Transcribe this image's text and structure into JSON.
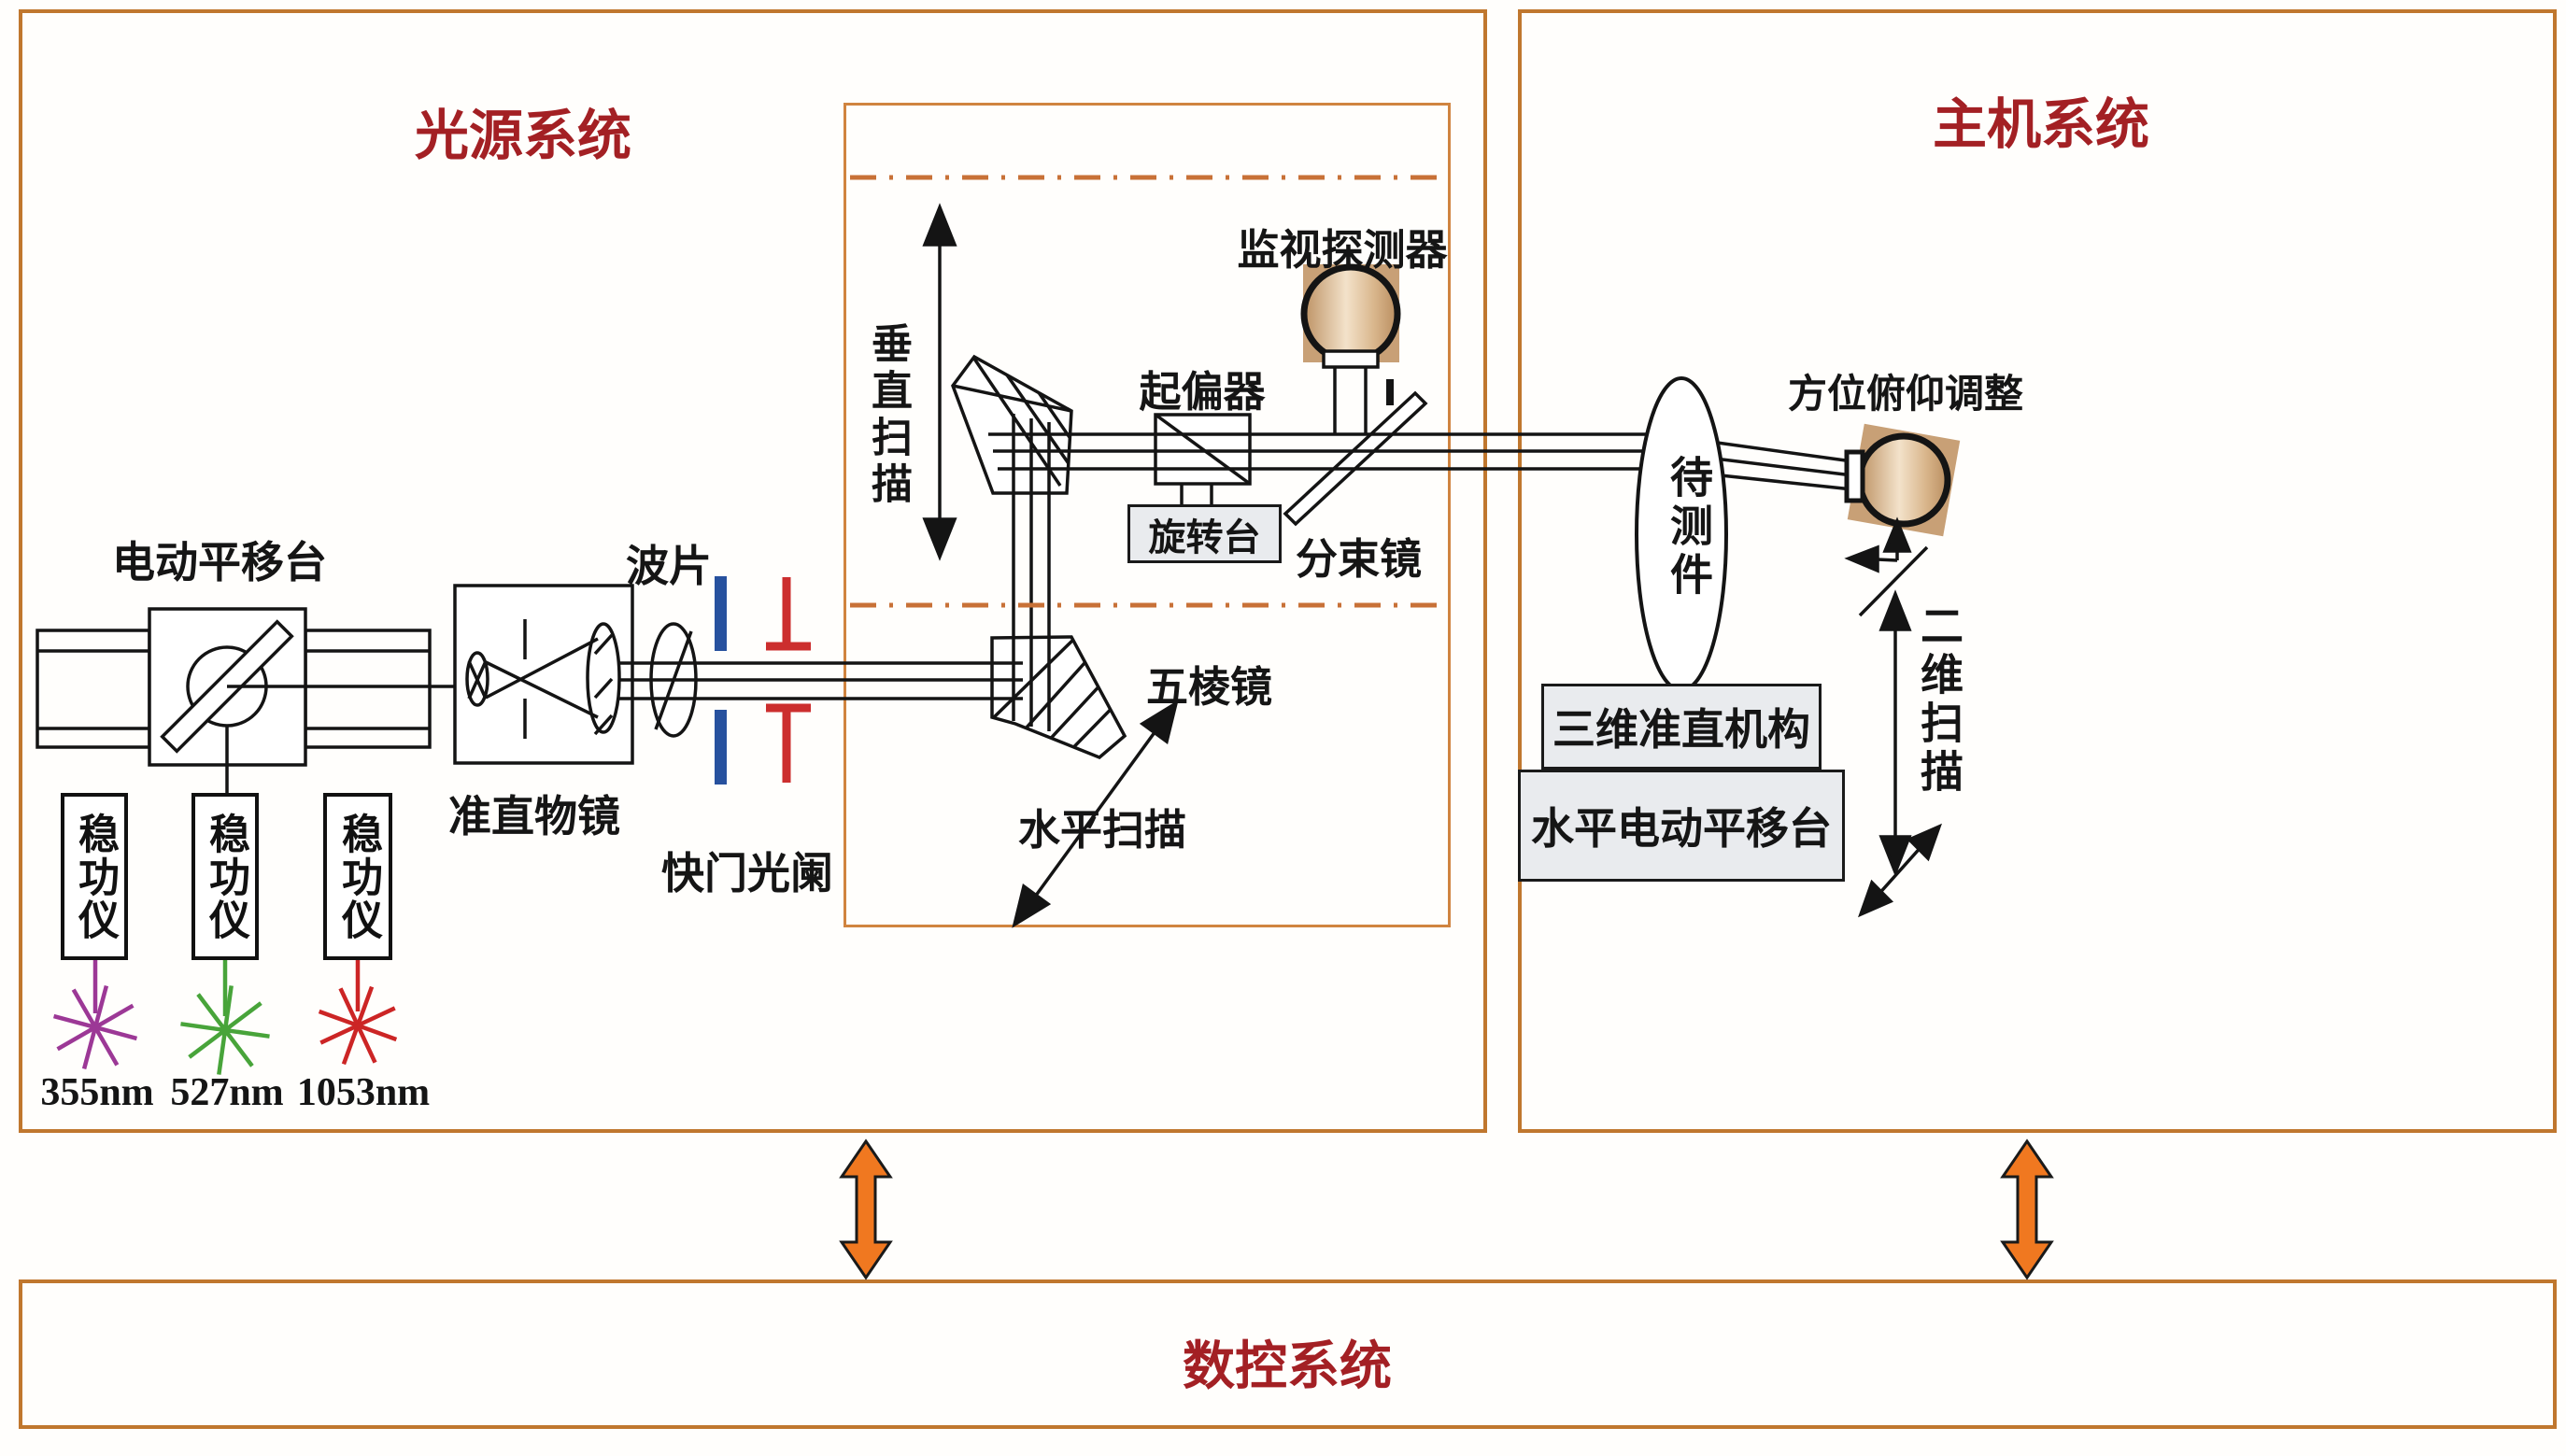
{
  "panels": {
    "light_source": {
      "title": "光源系统"
    },
    "host": {
      "title": "主机系统"
    },
    "control": {
      "title": "数控系统"
    }
  },
  "labels": {
    "motor_stage": "电动平移台",
    "collimating_objective": "准直物镜",
    "wave_plate": "波片",
    "shutter_aperture": "快门光阑",
    "vertical_scan": "垂直扫描",
    "monitor_detector": "监视探测器",
    "polarizer": "起偏器",
    "rotation_stage": "旋转台",
    "beam_splitter": "分束镜",
    "pentaprism": "五棱镜",
    "horizontal_scan": "水平扫描",
    "azimuth_pitch": "方位俯仰调整",
    "test_piece": "待测件",
    "collimation_3d": "三维准直机构",
    "horizontal_motor_stage": "水平电动平移台",
    "two_d_scan": "二维扫描",
    "power_meter": "稳功仪"
  },
  "lasers": [
    {
      "wavelength": "355nm",
      "color": "#9c3896"
    },
    {
      "wavelength": "527nm",
      "color": "#48a43a"
    },
    {
      "wavelength": "1053nm",
      "color": "#cc2525"
    }
  ],
  "colors": {
    "panel_border": "#c0772e",
    "subpanel_border": "#d08440",
    "dashdot_line": "#c87137",
    "accent_red_title": "#a32024",
    "connector_arrow": "#f07820",
    "shutter_blue": "#27519e",
    "aperture_red": "#cc2e2e",
    "detector_tan": "#c8a076",
    "line_black": "#141414"
  }
}
